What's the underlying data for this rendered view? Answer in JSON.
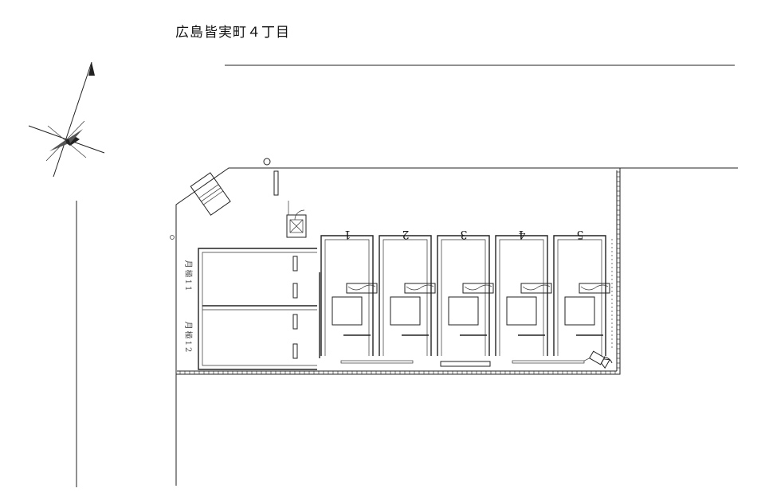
{
  "title": "広島皆実町４丁目",
  "parking": {
    "spaces": [
      {
        "number": "1"
      },
      {
        "number": "2"
      },
      {
        "number": "3"
      },
      {
        "number": "4"
      },
      {
        "number": "5"
      }
    ],
    "monthly": [
      {
        "label": "月極11"
      },
      {
        "label": "月極12"
      }
    ]
  },
  "icons": [
    "compass-icon",
    "streetlight-icon",
    "payment-machine-icon",
    "camera-icon",
    "signboard-icon"
  ]
}
